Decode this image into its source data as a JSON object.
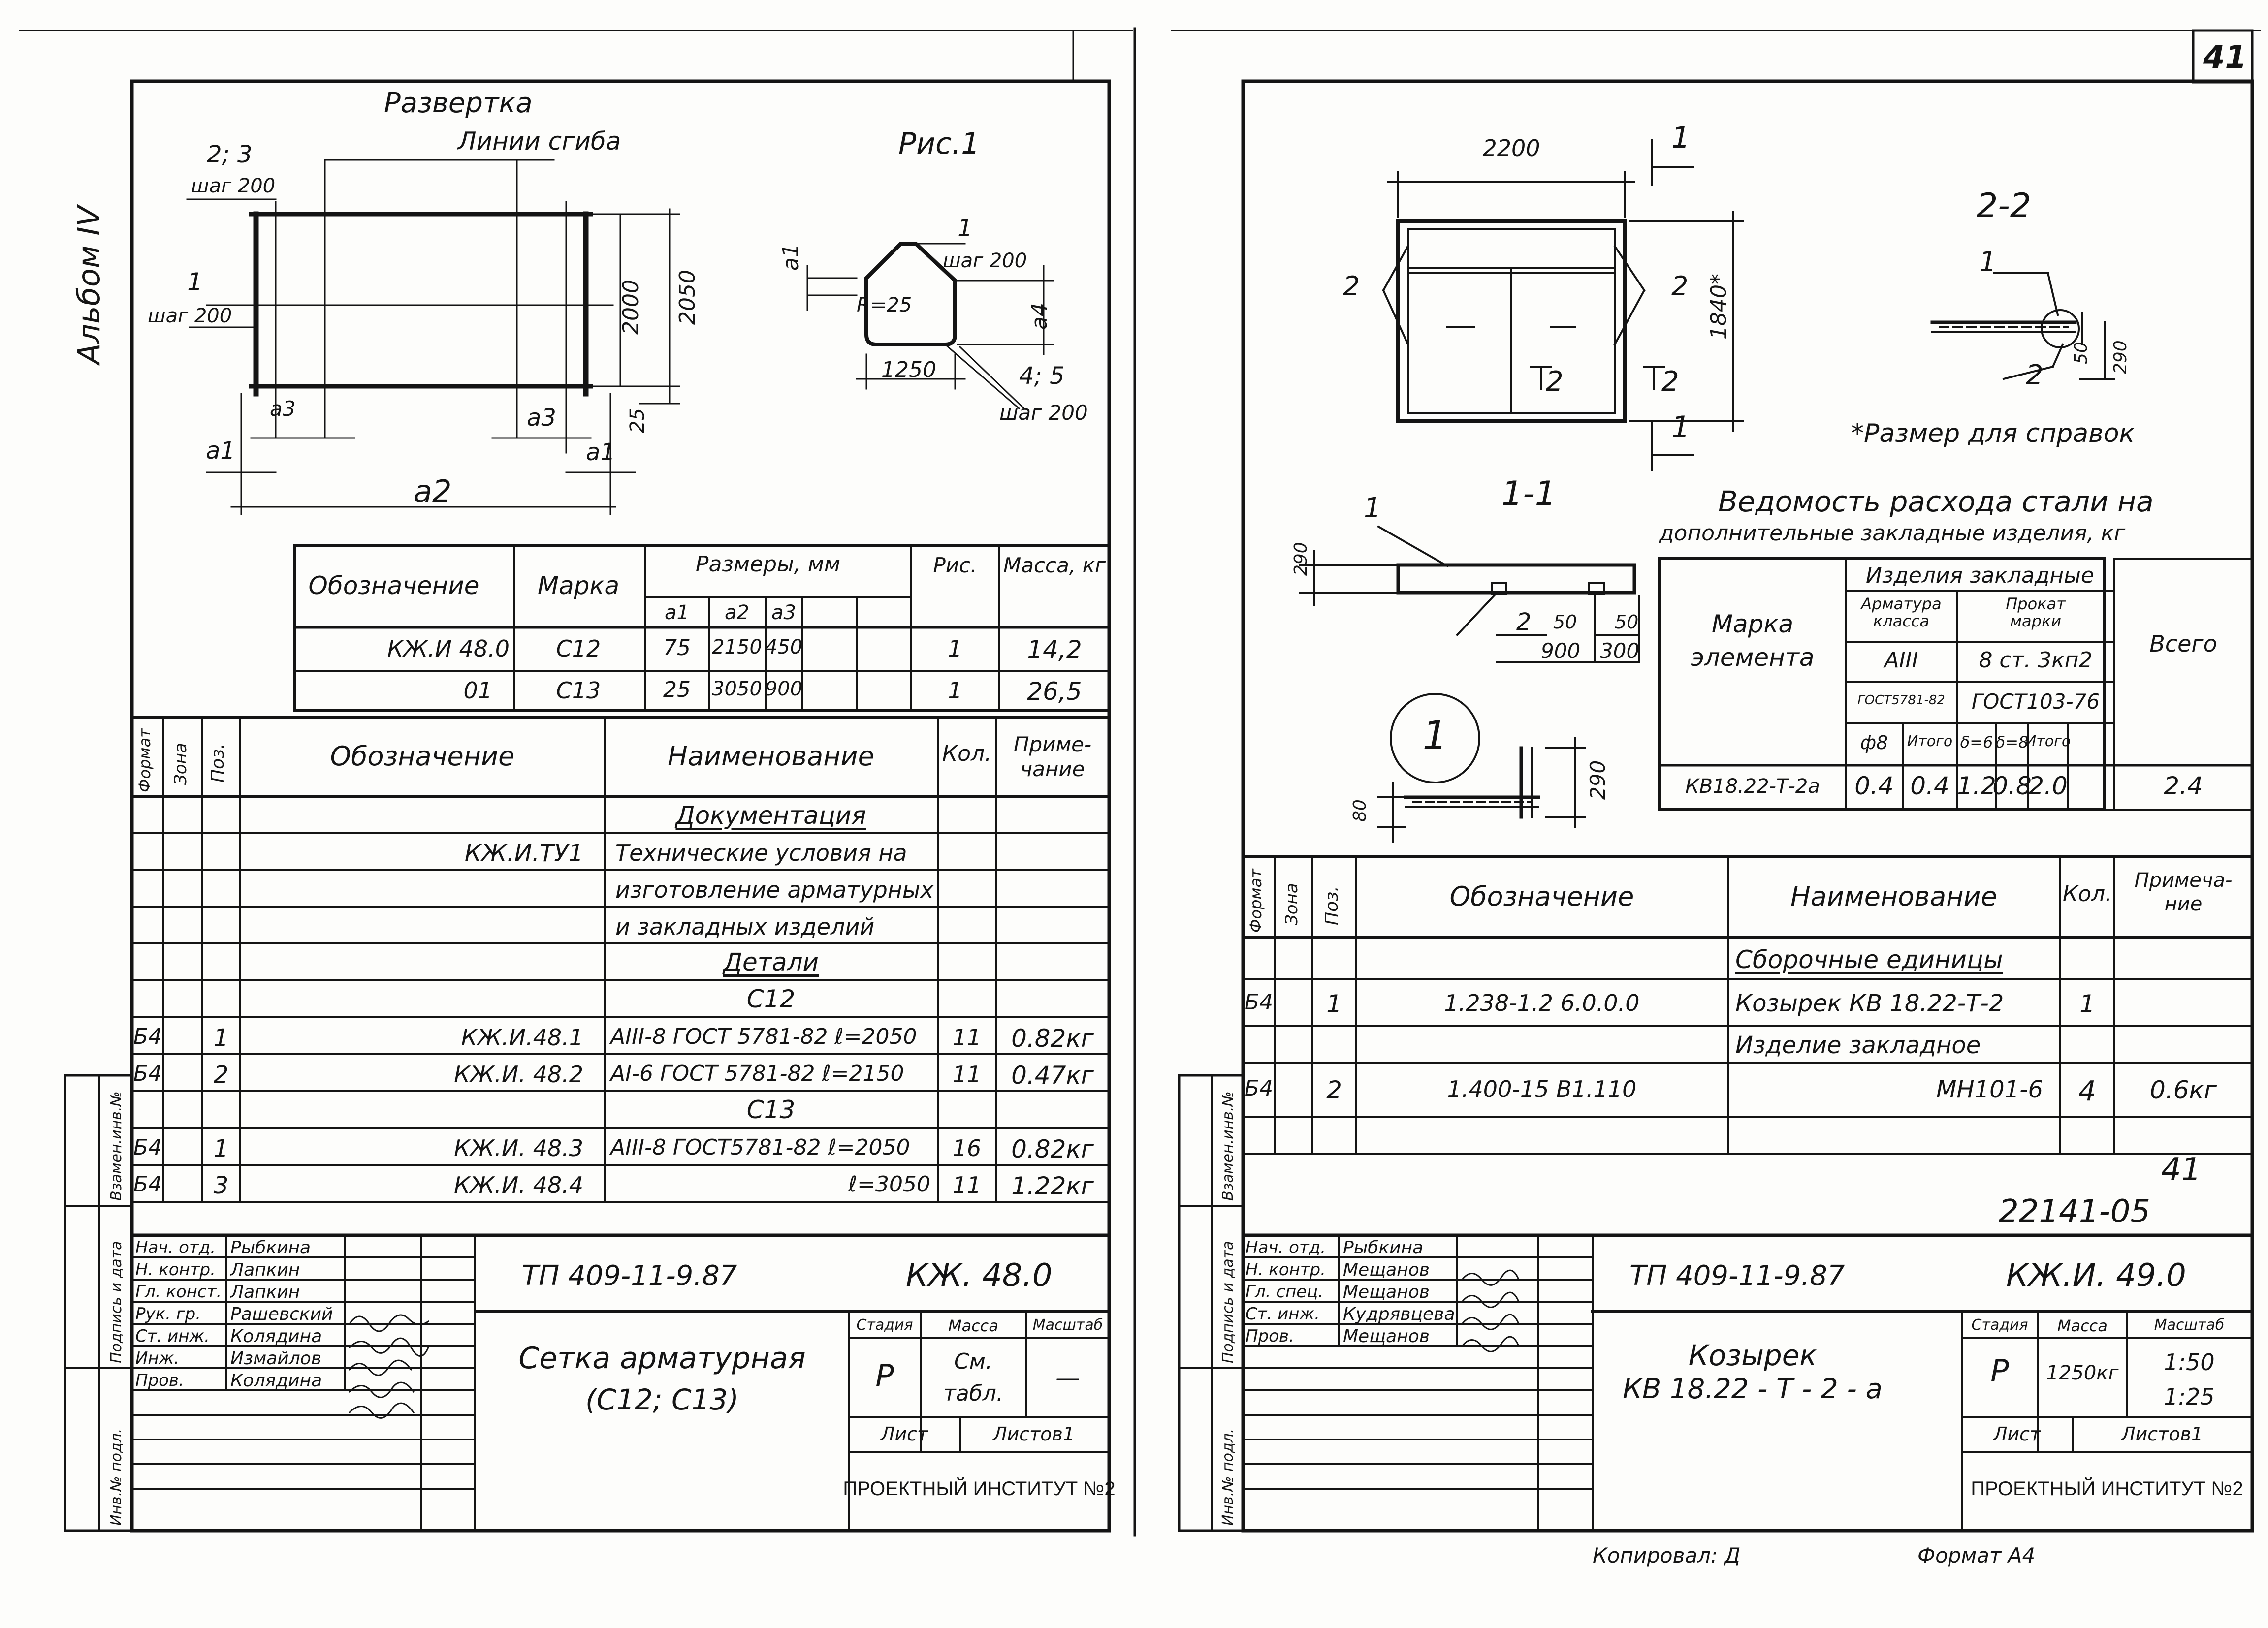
{
  "page_number": "41",
  "album_label": "Альбом IV",
  "bottom": {
    "copied_by": "Копировал: Д",
    "format": "Формат А4"
  },
  "doc_no": {
    "sheet": "41",
    "number": "22141-05"
  },
  "left": {
    "drawing": {
      "title": "Развертка",
      "bend_lines": "Линии сгиба",
      "fig": "Рис.1",
      "l_23": "2; 3",
      "l_step200a": "шаг 200",
      "l_1": "1",
      "l_step200b": "шаг 200",
      "l_a3a": "а3",
      "l_a3b": "а3",
      "l_a1a": "а1",
      "l_a1b": "а1",
      "l_a2": "а2",
      "d_2000": "2000",
      "d_2050": "2050",
      "d_25": "25",
      "s_a1": "а1",
      "s_1": "1",
      "s_step200a": "шаг 200",
      "s_r": "R=25",
      "s_a4": "а4",
      "s_1250": "1250",
      "s_45": "4; 5",
      "s_step200b": "шаг 200"
    },
    "sizes": {
      "h_desig": "Обозначение",
      "h_mark": "Марка",
      "h_sizes": "Размеры, мм",
      "h_fig": "Рис.",
      "h_mass": "Масса, кг",
      "h_a1": "а1",
      "h_a2": "а2",
      "h_a3": "а3",
      "rows": [
        {
          "desig": "КЖ.И 48.0",
          "mark": "С12",
          "a1": "75",
          "a2": "2150",
          "a3": "450",
          "fig": "1",
          "mass": "14,2"
        },
        {
          "desig": "01",
          "mark": "С13",
          "a1": "25",
          "a2": "3050",
          "a3": "900",
          "fig": "1",
          "mass": "26,5"
        }
      ]
    },
    "spec": {
      "h_format": "Формат",
      "h_zone": "Зона",
      "h_pos": "Поз.",
      "h_desig": "Обозначение",
      "h_name": "Наименование",
      "h_qty": "Кол.",
      "h_note": "Приме-чание",
      "rows": [
        {
          "f": "",
          "z": "",
          "p": "",
          "d": "",
          "n": "Документация",
          "q": "",
          "note": "",
          "head": true
        },
        {
          "f": "",
          "z": "",
          "p": "",
          "d": "КЖ.И.ТУ1",
          "n": "Технические условия на",
          "q": "",
          "note": ""
        },
        {
          "f": "",
          "z": "",
          "p": "",
          "d": "",
          "n": "изготовление арматурных",
          "q": "",
          "note": ""
        },
        {
          "f": "",
          "z": "",
          "p": "",
          "d": "",
          "n": "и закладных изделий",
          "q": "",
          "note": ""
        },
        {
          "f": "",
          "z": "",
          "p": "",
          "d": "",
          "n": "Детали",
          "q": "",
          "note": "",
          "head": true
        },
        {
          "f": "",
          "z": "",
          "p": "",
          "d": "",
          "n": "С12",
          "q": "",
          "note": "",
          "center": true
        },
        {
          "f": "Б4",
          "z": "",
          "p": "1",
          "d": "КЖ.И.48.1",
          "n": "АIII-8 ГОСТ 5781-82  ℓ=2050",
          "q": "11",
          "note": "0.82кг"
        },
        {
          "f": "Б4",
          "z": "",
          "p": "2",
          "d": "КЖ.И. 48.2",
          "n": "АI-6 ГОСТ 5781-82  ℓ=2150",
          "q": "11",
          "note": "0.47кг"
        },
        {
          "f": "",
          "z": "",
          "p": "",
          "d": "",
          "n": "С13",
          "q": "",
          "note": "",
          "center": true
        },
        {
          "f": "Б4",
          "z": "",
          "p": "1",
          "d": "КЖ.И. 48.3",
          "n": "АIII-8 ГОСТ5781-82  ℓ=2050",
          "q": "16",
          "note": "0.82кг"
        },
        {
          "f": "Б4",
          "z": "",
          "p": "3",
          "d": "КЖ.И. 48.4",
          "n": "ℓ=3050",
          "q": "11",
          "note": "1.22кг",
          "right": true
        }
      ]
    },
    "side": {
      "s1": "Взамен.инв.№",
      "s2": "Подпись и дата",
      "s3": "Инв.№ подл."
    },
    "tb": {
      "staff": [
        [
          "Нач. отд.",
          "Рыбкина"
        ],
        [
          "Н. контр.",
          "Лапкин"
        ],
        [
          "Гл. конст.",
          "Лапкин"
        ],
        [
          "Рук. гр.",
          "Рашевский"
        ],
        [
          "Ст. инж.",
          "Колядина"
        ],
        [
          "Инж.",
          "Измайлов"
        ],
        [
          "Пров.",
          "Колядина"
        ]
      ],
      "code": "ТП 409-11-9.87",
      "mark": "КЖ. 48.0",
      "title1": "Сетка арматурная",
      "title2": "(С12; С13)",
      "h_stage": "Стадия",
      "h_mass": "Масса",
      "h_scale": "Масштаб",
      "stage": "Р",
      "mass1": "См.",
      "mass2": "табл.",
      "scale": "—",
      "sheet": "Лист",
      "sheets": "Листов1",
      "org": "ПРОЕКТНЫЙ ИНСТИТУТ №2"
    }
  },
  "right": {
    "drawing": {
      "d_2200": "2200",
      "c_1a": "1",
      "c_1b": "1",
      "l_2a": "2",
      "l_2b": "2",
      "d_1840": "1840*",
      "c_2a": "2",
      "c_2b": "2",
      "sec22": "2-2",
      "s22_1": "1",
      "s22_2": "2",
      "s22_50": "50",
      "s22_290": "290",
      "note": "*Размер для справок",
      "sec11": "1-1",
      "s11_1": "1",
      "s11_290": "290",
      "s11_2": "2",
      "s11_50a": "50",
      "s11_50b": "50",
      "s11_900": "900",
      "s11_300": "300",
      "node": "1",
      "n_80": "80",
      "n_290": "290"
    },
    "steel": {
      "title1": "Ведомость расхода стали на",
      "title2": "дополнительные закладные изделия, кг",
      "h_mark": "Марка элемента",
      "h_emb": "Изделия закладные",
      "h_arm": "Арматура класса",
      "h_prokat": "Прокат марки",
      "h_all": "Всего",
      "h_a3": "АIII",
      "h_st": "8 ст. 3кп2",
      "h_gost1": "ГОСТ5781-82",
      "h_gost2": "ГОСТ103-76",
      "h_f8": "ф8",
      "h_itog1": "Итого",
      "h_d6": "δ=6",
      "h_d8": "δ=8",
      "h_itog2": "Итого",
      "row": {
        "mark": "КВ18.22-Т-2а",
        "f8": "0.4",
        "itog1": "0.4",
        "d6": "1.2",
        "d8": "0.8",
        "itog2": "2.0",
        "all": "2.4"
      }
    },
    "spec": {
      "h_format": "Формат",
      "h_zone": "Зона",
      "h_pos": "Поз.",
      "h_desig": "Обозначение",
      "h_name": "Наименование",
      "h_qty": "Кол.",
      "h_note": "Примеча-ние",
      "rows": [
        {
          "f": "",
          "z": "",
          "p": "",
          "d": "",
          "n": "Сборочные единицы",
          "q": "",
          "note": "",
          "head": true
        },
        {
          "f": "Б4",
          "z": "",
          "p": "1",
          "d": "1.238-1.2  6.0.0.0",
          "n": "Козырек КВ 18.22-Т-2",
          "q": "1",
          "note": ""
        },
        {
          "f": "",
          "z": "",
          "p": "",
          "d": "",
          "n": "Изделие закладное",
          "q": "",
          "note": ""
        },
        {
          "f": "Б4",
          "z": "",
          "p": "2",
          "d": "1.400-15  В1.110",
          "n": "МН101-6",
          "q": "4",
          "note": "0.6кг",
          "right": true
        },
        {
          "f": "",
          "z": "",
          "p": "",
          "d": "",
          "n": "",
          "q": "",
          "note": ""
        }
      ]
    },
    "side": {
      "s1": "Взамен.инв.№",
      "s2": "Подпись и дата",
      "s3": "Инв.№ подл."
    },
    "tb": {
      "staff": [
        [
          "Нач. отд.",
          "Рыбкина"
        ],
        [
          "Н. контр.",
          "Мещанов"
        ],
        [
          "Гл. спец.",
          "Мещанов"
        ],
        [
          "Ст. инж.",
          "Кудрявцева"
        ],
        [
          "Пров.",
          "Мещанов"
        ]
      ],
      "code": "ТП 409-11-9.87",
      "mark": "КЖ.И. 49.0",
      "title1": "Козырек",
      "title2": "КВ 18.22 - Т - 2 - а",
      "h_stage": "Стадия",
      "h_mass": "Масса",
      "h_scale": "Масштаб",
      "stage": "Р",
      "mass": "1250кг",
      "scale1": "1:50",
      "scale2": "1:25",
      "sheet": "Лист",
      "sheets": "Листов1",
      "org": "ПРОЕКТНЫЙ ИНСТИТУТ №2"
    }
  }
}
